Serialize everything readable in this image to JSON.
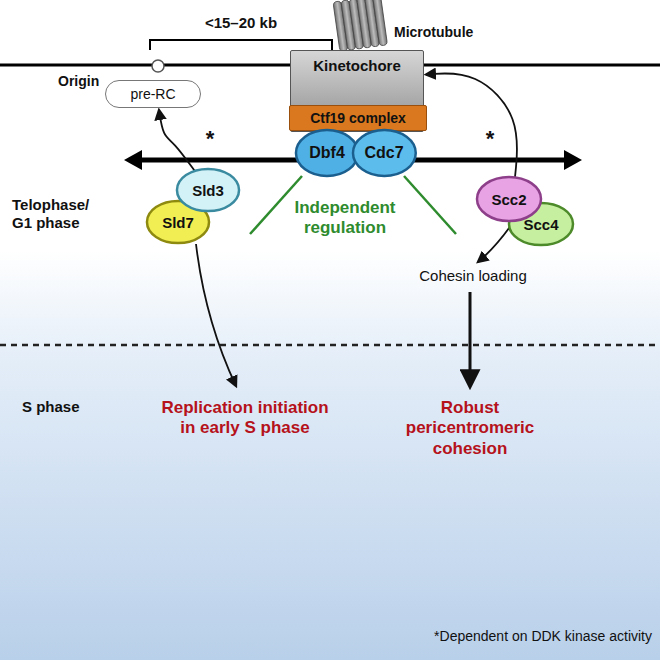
{
  "diagram": {
    "nodes": [
      {
        "text": [
          "pre-RC"
        ]
      },
      {
        "text": [
          "Kinetochore"
        ]
      },
      {
        "text": [
          "Ctf19 complex"
        ],
        "in": 1
      },
      {
        "text": [
          "Dbf4"
        ]
      },
      {
        "text": [
          "Cdc7"
        ]
      },
      {
        "text": [
          "Sld3"
        ]
      },
      {
        "text": [
          "Sld7"
        ]
      },
      {
        "text": [
          "Scc2"
        ]
      },
      {
        "text": [
          "Scc4"
        ]
      }
    ],
    "edges": [
      {
        "from": 5,
        "to": 0,
        "arrow": "to"
      },
      {
        "from": 7,
        "to": 1,
        "arrow": "to"
      }
    ],
    "labels": [
      "<15–20 kb",
      "Microtubule",
      "Origin",
      "Telophase/ G1 phase",
      "*",
      "*",
      "Independent regulation",
      "Cohesin loading",
      "S phase",
      "Replication initiation in early S phase",
      "Robust pericentromeric cohesion",
      "*Dependent on DDK kinase activity"
    ]
  }
}
